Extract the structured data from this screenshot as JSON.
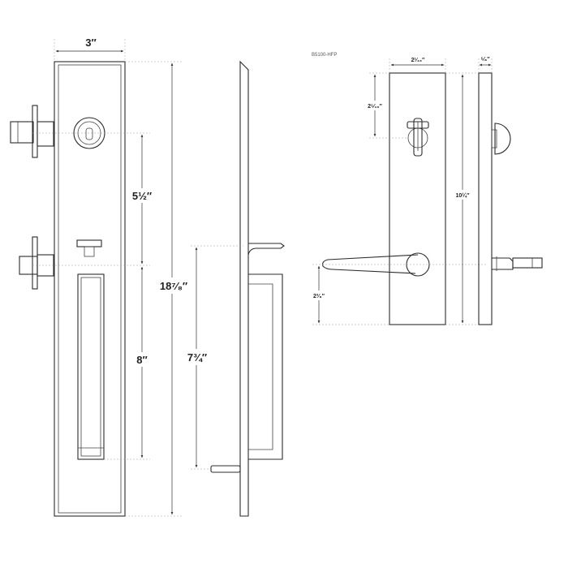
{
  "model": "B5100-HFP",
  "left_view": {
    "width": "3″",
    "spacing_upper": "5½″",
    "spacing_lower": "8″",
    "total_height": "18⁷⁄₈″",
    "side_height": "7¾″"
  },
  "right_view": {
    "width": "2¹⁄₁₆″",
    "depth": "⁵⁄₈″",
    "top_offset": "2⁵⁄₁₆″",
    "height": "10¼″",
    "lever_offset": "2³⁄₈″"
  },
  "icons": [
    "deadbolt-cylinder-icon",
    "thumbturn-icon",
    "lever-handle-icon",
    "thumb-latch-icon",
    "grip-handle-icon"
  ]
}
